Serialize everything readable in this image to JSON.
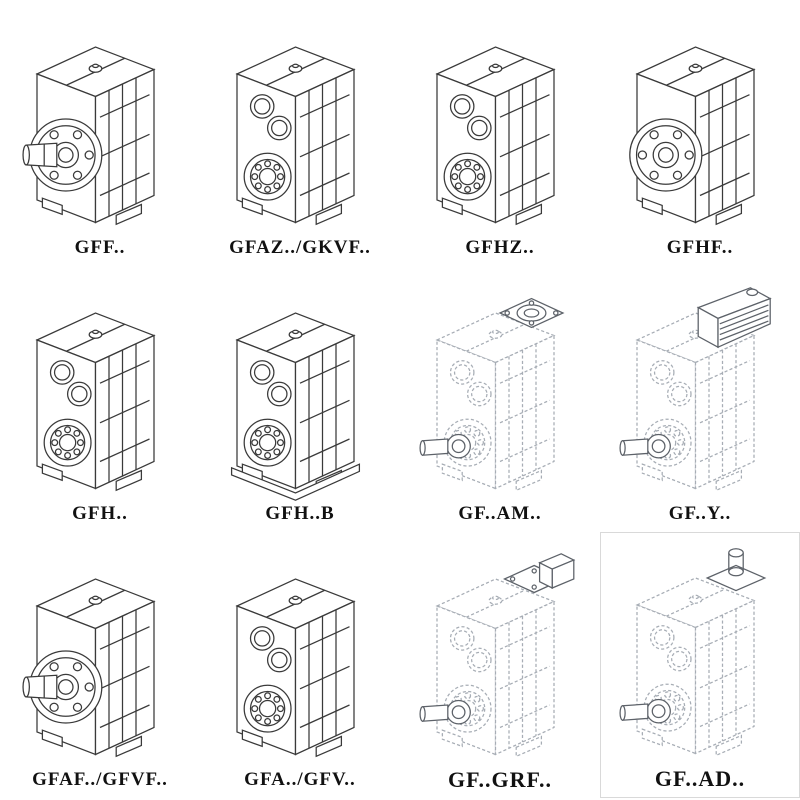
{
  "page": {
    "background_color": "#ffffff",
    "drawing_line_color": "#3a3a3a",
    "dashed_line_color": "#a7adb5",
    "label_color": "#111111"
  },
  "catalog": {
    "rows": 3,
    "cols": 4,
    "items": [
      {
        "label": "GFF..",
        "drawing": "gearbox-flange-with-shaft",
        "line_style": "solid"
      },
      {
        "label": "GFAZ../GKVF..",
        "drawing": "gearbox-shaft-mounted",
        "line_style": "solid"
      },
      {
        "label": "GFHZ..",
        "drawing": "gearbox-shaft-mounted",
        "line_style": "solid"
      },
      {
        "label": "GFHF..",
        "drawing": "gearbox-flange-hollow",
        "line_style": "solid"
      },
      {
        "label": "GFH..",
        "drawing": "gearbox-hollow-bore",
        "line_style": "solid"
      },
      {
        "label": "GFH..B",
        "drawing": "gearbox-hollow-bore-base",
        "line_style": "solid"
      },
      {
        "label": "GF..AM..",
        "drawing": "gearbox-motor-flange-adapter",
        "line_style": "dashed"
      },
      {
        "label": "GF..Y..",
        "drawing": "gearbox-with-motor",
        "line_style": "dashed"
      },
      {
        "label": "GFAF../GFVF..",
        "drawing": "gearbox-flange-with-shaft",
        "line_style": "solid"
      },
      {
        "label": "GFA../GFV..",
        "drawing": "gearbox-hollow-bore",
        "line_style": "solid"
      },
      {
        "label": "GF..GRF..",
        "drawing": "gearbox-input-adapter-block",
        "line_style": "dashed"
      },
      {
        "label": "GF..AD..",
        "drawing": "gearbox-top-input-adapter",
        "line_style": "dashed"
      }
    ]
  }
}
